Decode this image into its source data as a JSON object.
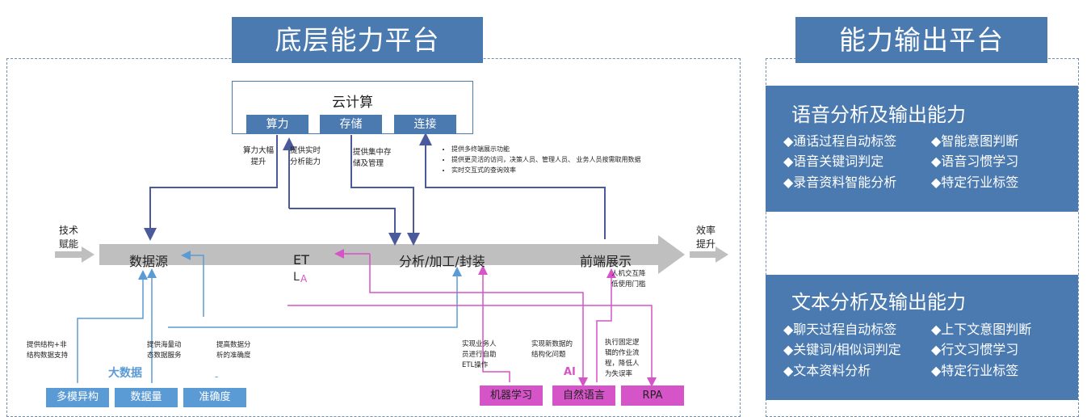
{
  "left_platform": {
    "title": "底层能力平台",
    "cloud": {
      "title": "云计算",
      "items": [
        "算力",
        "存储",
        "连接"
      ],
      "notes": {
        "compute": "算力大幅\n提升",
        "realtime": "提供实时\n分析能力",
        "storage": "提供集中存\n储及管理",
        "connect_bullets": [
          "提供多终端展示功能",
          "提供更灵活的访问，决策人员、管理人员、 业务人员按需取用数据",
          "实时交互式的查询效率"
        ]
      }
    },
    "flow": {
      "left_label": "技术\n赋能",
      "right_label": "效率\n提升",
      "stages": [
        "数据源",
        "ET",
        "分析/加工/封装",
        "前端展示"
      ],
      "etl_l": "L",
      "etl_a": "A",
      "front_note": "人机交互降\n低使用门槛"
    },
    "bigdata": {
      "label": "大数据",
      "boxes": [
        "多模异构",
        "数据量",
        "准确度"
      ],
      "notes": [
        "提供结构+非\n结构数据支持",
        "提供海量动\n态数据服务",
        "提高数据分\n析的准确度"
      ],
      "dash": "-"
    },
    "ai": {
      "label": "AI",
      "boxes": [
        "机器学习",
        "自然语言",
        "RPA"
      ],
      "notes": [
        "实现业务人\n员进行自助\nETL操作",
        "实现新数据的\n结构化问题",
        "执行固定逻\n辑的作业流\n程，降低人\n为失误率"
      ]
    }
  },
  "right_platform": {
    "title": "能力输出平台",
    "cards": [
      {
        "title": "语音分析及输出能力",
        "left_features": [
          "◆通话过程自动标签",
          "◆语音关键词判定",
          "◆录音资料智能分析"
        ],
        "right_features": [
          "◆智能意图判断",
          "◆语音习惯学习",
          "◆特定行业标签"
        ]
      },
      {
        "title": "文本分析及输出能力",
        "left_features": [
          "◆聊天过程自动标签",
          "◆关键词/相似词判定",
          "◆文本资料分析"
        ],
        "right_features": [
          "◆上下文意图判断",
          "◆行文习惯学习",
          "◆特定行业标签"
        ]
      }
    ]
  },
  "colors": {
    "banner": "#4a7ab0",
    "arrow_gray": "#bfbfbf",
    "bigdata_blue": "#5b9bd5",
    "ai_pink": "#d554c8",
    "cloud_arrow": "#4a5a9a"
  }
}
